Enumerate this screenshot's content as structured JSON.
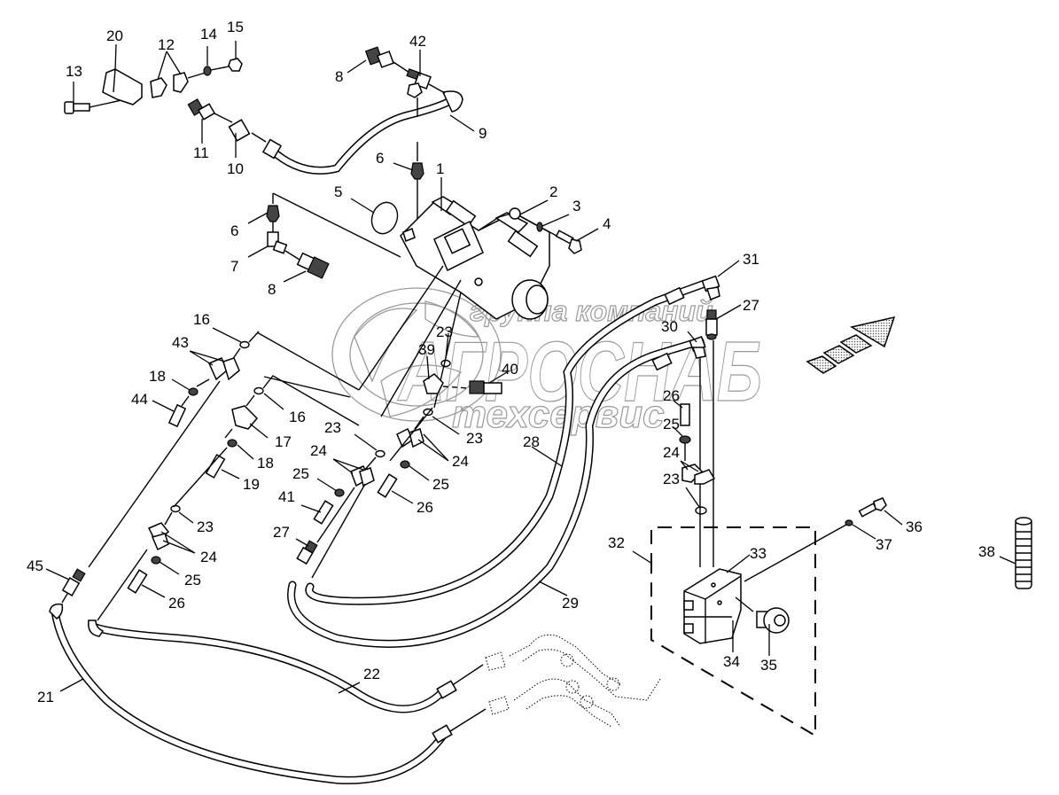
{
  "diagram": {
    "title": "Hydraulic assembly exploded parts diagram",
    "watermark": {
      "line1": "группа компаний",
      "line2": "АГРОСНАБ",
      "line3": "техсервис",
      "color": "#9a9a9a"
    },
    "direction_arrow": "travel-direction-arrow",
    "callouts": [
      {
        "id": "c1",
        "label": "1"
      },
      {
        "id": "c2",
        "label": "2"
      },
      {
        "id": "c3",
        "label": "3"
      },
      {
        "id": "c4",
        "label": "4"
      },
      {
        "id": "c5",
        "label": "5"
      },
      {
        "id": "c6a",
        "label": "6"
      },
      {
        "id": "c6b",
        "label": "6"
      },
      {
        "id": "c7",
        "label": "7"
      },
      {
        "id": "c8a",
        "label": "8"
      },
      {
        "id": "c8b",
        "label": "8"
      },
      {
        "id": "c9",
        "label": "9"
      },
      {
        "id": "c10",
        "label": "10"
      },
      {
        "id": "c11",
        "label": "11"
      },
      {
        "id": "c12",
        "label": "12"
      },
      {
        "id": "c13",
        "label": "13"
      },
      {
        "id": "c14",
        "label": "14"
      },
      {
        "id": "c15",
        "label": "15"
      },
      {
        "id": "c16a",
        "label": "16"
      },
      {
        "id": "c16b",
        "label": "16"
      },
      {
        "id": "c17",
        "label": "17"
      },
      {
        "id": "c18a",
        "label": "18"
      },
      {
        "id": "c18b",
        "label": "18"
      },
      {
        "id": "c19",
        "label": "19"
      },
      {
        "id": "c20",
        "label": "20"
      },
      {
        "id": "c21",
        "label": "21"
      },
      {
        "id": "c22",
        "label": "22"
      },
      {
        "id": "c23a",
        "label": "23"
      },
      {
        "id": "c23b",
        "label": "23"
      },
      {
        "id": "c23c",
        "label": "23"
      },
      {
        "id": "c23d",
        "label": "23"
      },
      {
        "id": "c23e",
        "label": "23"
      },
      {
        "id": "c24a",
        "label": "24"
      },
      {
        "id": "c24b",
        "label": "24"
      },
      {
        "id": "c24c",
        "label": "24"
      },
      {
        "id": "c24d",
        "label": "24"
      },
      {
        "id": "c25a",
        "label": "25"
      },
      {
        "id": "c25b",
        "label": "25"
      },
      {
        "id": "c25c",
        "label": "25"
      },
      {
        "id": "c25d",
        "label": "25"
      },
      {
        "id": "c26a",
        "label": "26"
      },
      {
        "id": "c26b",
        "label": "26"
      },
      {
        "id": "c26c",
        "label": "26"
      },
      {
        "id": "c27a",
        "label": "27"
      },
      {
        "id": "c27b",
        "label": "27"
      },
      {
        "id": "c28",
        "label": "28"
      },
      {
        "id": "c29",
        "label": "29"
      },
      {
        "id": "c30",
        "label": "30"
      },
      {
        "id": "c31",
        "label": "31"
      },
      {
        "id": "c32",
        "label": "32"
      },
      {
        "id": "c33",
        "label": "33"
      },
      {
        "id": "c34",
        "label": "34"
      },
      {
        "id": "c35",
        "label": "35"
      },
      {
        "id": "c36",
        "label": "36"
      },
      {
        "id": "c37",
        "label": "37"
      },
      {
        "id": "c38",
        "label": "38"
      },
      {
        "id": "c39",
        "label": "39"
      },
      {
        "id": "c40",
        "label": "40"
      },
      {
        "id": "c41",
        "label": "41"
      },
      {
        "id": "c42",
        "label": "42"
      },
      {
        "id": "c43",
        "label": "43"
      },
      {
        "id": "c44",
        "label": "44"
      },
      {
        "id": "c45",
        "label": "45"
      }
    ]
  }
}
